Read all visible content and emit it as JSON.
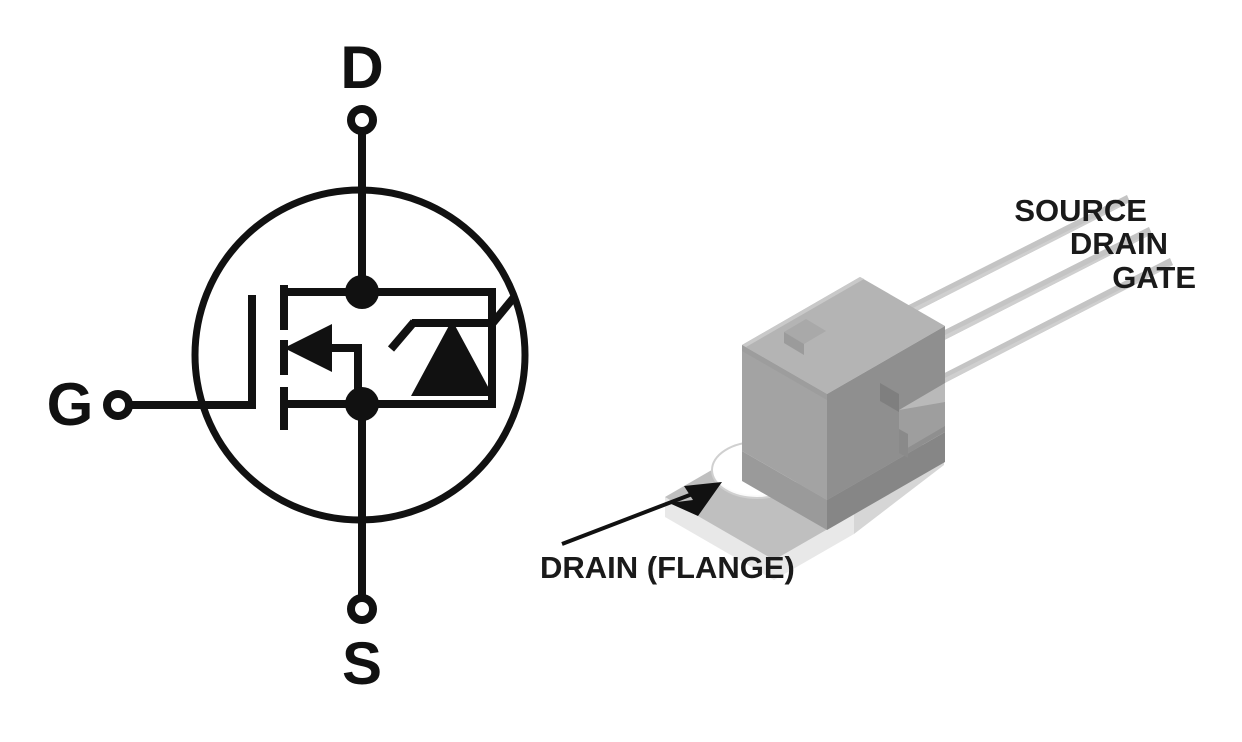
{
  "figure": {
    "type": "mosfet-symbol-and-package-diagram",
    "background_color": "#ffffff",
    "line_color": "#111111"
  },
  "symbol": {
    "name": "n-channel-power-mosfet-with-body-zener-diode",
    "terminals": [
      {
        "id": "drain",
        "label": "D",
        "position": "top"
      },
      {
        "id": "gate",
        "label": "G",
        "position": "left"
      },
      {
        "id": "source",
        "label": "S",
        "position": "bottom"
      }
    ],
    "labels": {
      "drain": "D",
      "gate": "G",
      "source": "S"
    }
  },
  "package": {
    "name": "TO-220 package",
    "body_colors": {
      "top_face": "#b4b4b4",
      "front_face": "#989898",
      "side_face": "#a8a8a8",
      "flange_top": "#bdbdbd",
      "flange_edge": "#e6e6e6",
      "lead": "#cfcfcf",
      "lead_shade": "#bcbcbc",
      "hole": "#fbfbfb"
    },
    "pin_labels": [
      {
        "name": "source-pin-label",
        "text": "SOURCE"
      },
      {
        "name": "drain-pin-label",
        "text": "DRAIN"
      },
      {
        "name": "gate-pin-label",
        "text": "GATE"
      }
    ],
    "callout": {
      "name": "drain-flange-callout",
      "text": "DRAIN (FLANGE)"
    }
  }
}
